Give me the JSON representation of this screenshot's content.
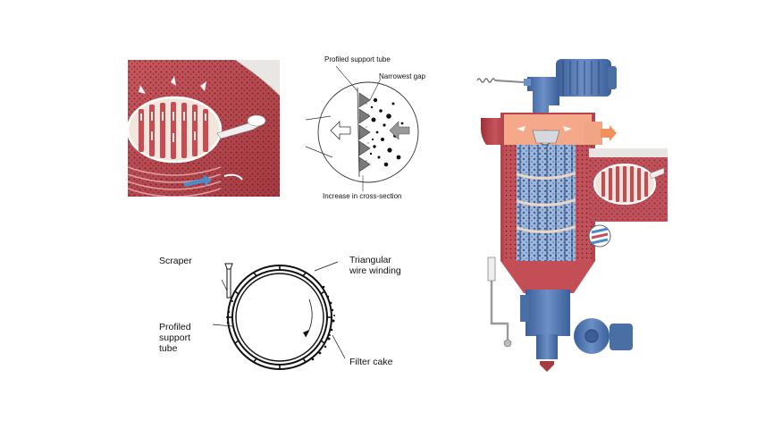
{
  "cross_section": {
    "label_support_tube": "Profiled support tube",
    "label_narrowest_gap": "Narrowest gap",
    "label_increase": "Increase in cross-section"
  },
  "ring_diagram": {
    "label_scraper": "Scraper",
    "label_winding_line1": "Triangular",
    "label_winding_line2": "wire winding",
    "label_support_line1": "Profiled",
    "label_support_line2": "support",
    "label_support_line3": "tube",
    "label_cake": "Filter cake"
  },
  "colors": {
    "filter_red": "#b8424a",
    "motor_blue": "#4a6fa5",
    "housing_blue": "#5478b0",
    "flow_orange": "#f09060",
    "flow_blue": "#4d8ccc"
  }
}
